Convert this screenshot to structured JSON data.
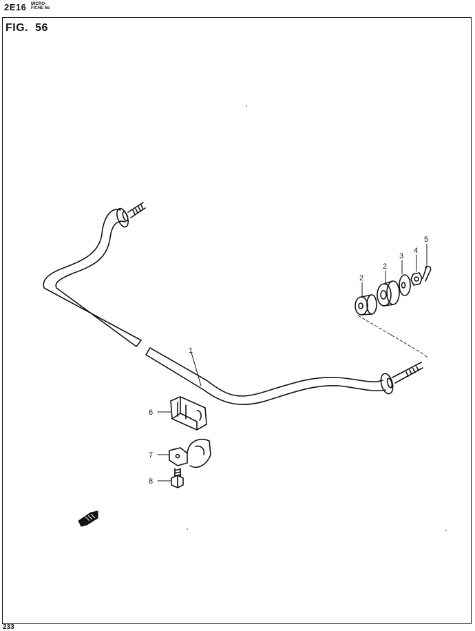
{
  "header": {
    "code": "2E16",
    "micro_line1": "MICRO-",
    "micro_line2": "FICHE No"
  },
  "figure": {
    "label": "FIG.",
    "number": "56"
  },
  "callouts": [
    "1",
    "2",
    "2",
    "3",
    "4",
    "5",
    "6",
    "7",
    "8"
  ],
  "page_number": "233"
}
